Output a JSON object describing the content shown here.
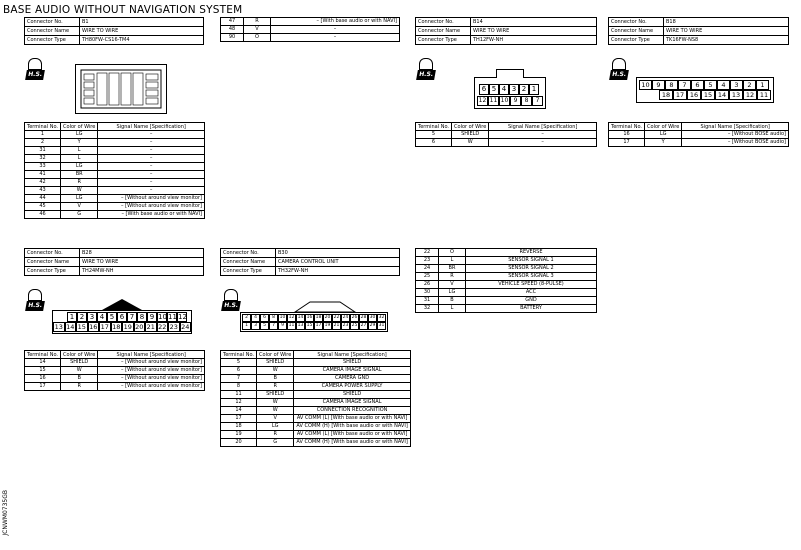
{
  "title": "BASE AUDIO WITHOUT NAVIGATION SYSTEM",
  "side_code": "JCNWM0735GB",
  "labels": {
    "connector_no": "Connector No.",
    "connector_name": "Connector Name",
    "connector_type": "Connector Type",
    "hs": "H.S.",
    "terminal_no": "Terminal No.",
    "color_of_wire": "Color of Wire",
    "signal_name": "Signal Name [Specification]"
  },
  "connectors": {
    "b1": {
      "no": "B1",
      "name": "WIRE TO WIRE",
      "type": "TH80FW-CS16-TM4"
    },
    "b14": {
      "no": "B14",
      "name": "WIRE TO WIRE",
      "type": "TH12FW-NH"
    },
    "b18": {
      "no": "B18",
      "name": "WIRE TO WIRE",
      "type": "TK16FW-NS8"
    },
    "b28": {
      "no": "B28",
      "name": "WIRE TO WIRE",
      "type": "TH24MW-NH"
    },
    "b30": {
      "no": "B30",
      "name": "CAMERA CONTROL UNIT",
      "type": "TH32FW-NH"
    }
  },
  "b14_pins": {
    "top": [
      "6",
      "5",
      "4",
      "3",
      "2",
      "1"
    ],
    "bottom": [
      "12",
      "11",
      "10",
      "9",
      "8",
      "7"
    ]
  },
  "b18_pins": {
    "top": [
      "10",
      "9",
      "8",
      "7",
      "6",
      "5",
      "4",
      "3",
      "2",
      "1"
    ],
    "bottom": [
      "18",
      "17",
      "16",
      "15",
      "14",
      "13",
      "12",
      "11"
    ]
  },
  "b28_pins": {
    "top": [
      "1",
      "2",
      "3",
      "4",
      "5",
      "6",
      "7",
      "8",
      "9",
      "10",
      "11",
      "12"
    ],
    "bottom": [
      "13",
      "14",
      "15",
      "16",
      "17",
      "18",
      "19",
      "20",
      "21",
      "22",
      "23",
      "24"
    ]
  },
  "b30_pins": {
    "top": [
      "2",
      "4",
      "6",
      "8",
      "10",
      "12",
      "14",
      "16",
      "18",
      "20",
      "22",
      "24",
      "26",
      "28",
      "30",
      "32"
    ],
    "bottom": [
      "1",
      "3",
      "5",
      "7",
      "9",
      "11",
      "13",
      "15",
      "17",
      "19",
      "21",
      "23",
      "25",
      "27",
      "29",
      "31"
    ]
  },
  "b1_terminals": [
    [
      "1",
      "LG",
      "–"
    ],
    [
      "2",
      "Y",
      "–"
    ],
    [
      "31",
      "L",
      "–"
    ],
    [
      "32",
      "L",
      "–"
    ],
    [
      "33",
      "LG",
      "–"
    ],
    [
      "41",
      "BR",
      "–"
    ],
    [
      "42",
      "R",
      "–"
    ],
    [
      "43",
      "W",
      "–"
    ],
    [
      "44",
      "LG",
      "– [Without around view monitor]"
    ],
    [
      "45",
      "V",
      "– [Without around view monitor]"
    ],
    [
      "46",
      "G",
      "– [With base audio or with NAVI]"
    ]
  ],
  "b1_terminals_cont": [
    [
      "47",
      "R",
      "– [With base audio or with NAVI]"
    ],
    [
      "48",
      "V",
      "–"
    ],
    [
      "90",
      "O",
      "–"
    ]
  ],
  "b14_terminals": [
    [
      "5",
      "SHIELD",
      "–"
    ],
    [
      "6",
      "W",
      "–"
    ]
  ],
  "b18_terminals": [
    [
      "16",
      "LG",
      "– [Without BOSE audio]"
    ],
    [
      "17",
      "Y",
      "– [Without BOSE audio]"
    ]
  ],
  "b28_terminals": [
    [
      "14",
      "SHIELD",
      "– [Without around view monitor]"
    ],
    [
      "15",
      "W",
      "– [Without around view monitor]"
    ],
    [
      "16",
      "B",
      "– [Without around view monitor]"
    ],
    [
      "17",
      "R",
      "– [Without around view monitor]"
    ]
  ],
  "b30_terminals": [
    [
      "5",
      "SHIELD",
      "SHIELD"
    ],
    [
      "6",
      "W",
      "CAMERA IMAGE SIGNAL"
    ],
    [
      "7",
      "B",
      "CAMERA GND"
    ],
    [
      "8",
      "R",
      "CAMERA POWER SUPPLY"
    ],
    [
      "11",
      "SHIELD",
      "SHIELD"
    ],
    [
      "12",
      "W",
      "CAMERA IMAGE SIGNAL"
    ],
    [
      "14",
      "W",
      "CONNECTION RECOGNITION"
    ],
    [
      "17",
      "V",
      "AV COMM (L) [With base audio or with NAVI]"
    ],
    [
      "18",
      "LG",
      "AV COMM (H) [With base audio or with NAVI]"
    ],
    [
      "19",
      "R",
      "AV COMM (L) [With base audio or with NAVI]"
    ],
    [
      "20",
      "G",
      "AV COMM (H) [With base audio or with NAVI]"
    ]
  ],
  "b30_terminals_cont": [
    [
      "22",
      "O",
      "REVERSE"
    ],
    [
      "23",
      "L",
      "SENSOR SIGNAL 1"
    ],
    [
      "24",
      "BR",
      "SENSOR SIGNAL 2"
    ],
    [
      "25",
      "R",
      "SENSOR SIGNAL 3"
    ],
    [
      "26",
      "V",
      "VEHICLE SPEED (8-PULSE)"
    ],
    [
      "30",
      "LG",
      "ACC"
    ],
    [
      "31",
      "B",
      "GND"
    ],
    [
      "32",
      "L",
      "BATTERY"
    ]
  ]
}
